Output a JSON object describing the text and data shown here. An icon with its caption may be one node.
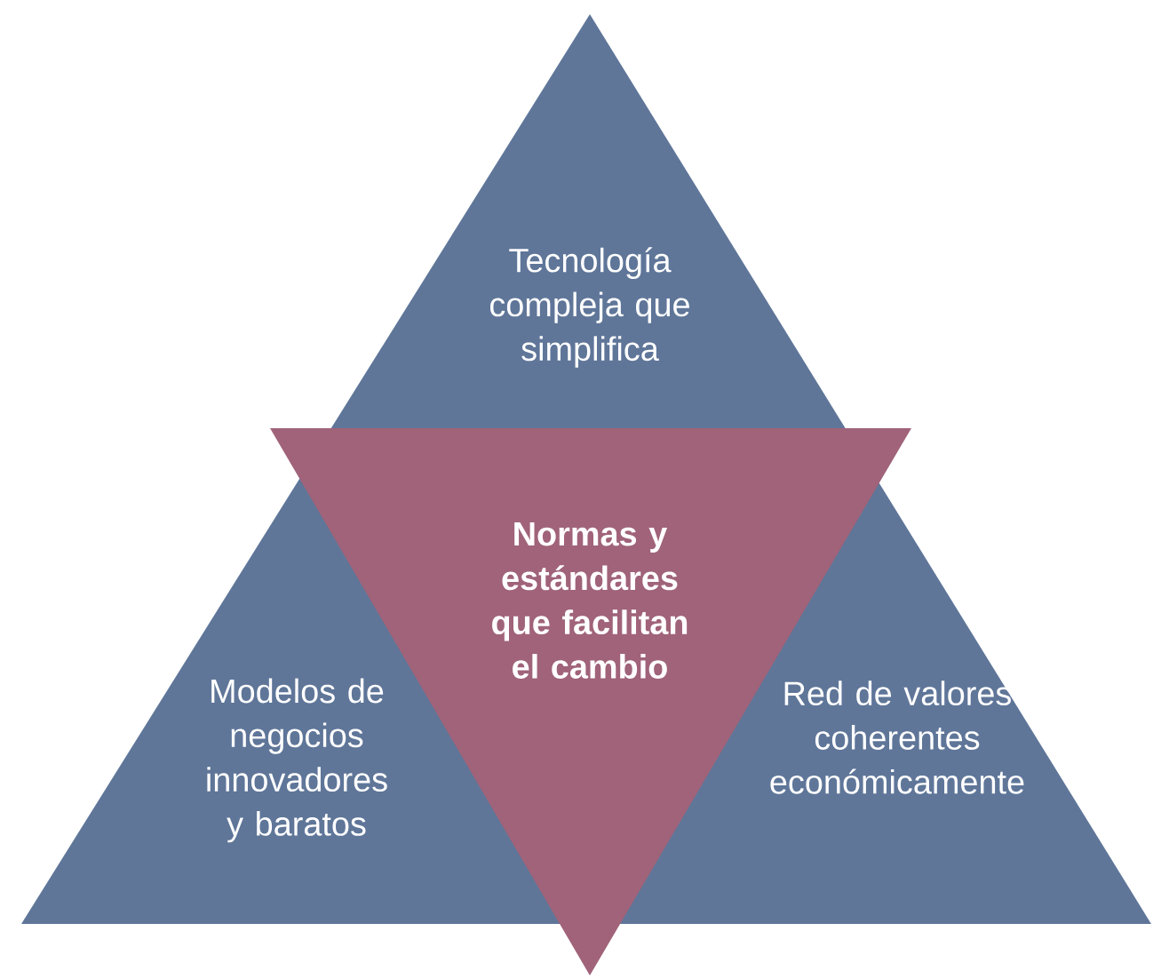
{
  "diagram": {
    "nodes": [
      {
        "text": [
          "Tecnología compleja que simplifica",
          "Modelos de negocios innovadores y baratos",
          "Red de valores coherentes económicamente"
        ]
      },
      {
        "text": [
          "Normas y estándares que facilitan el cambio"
        ]
      }
    ]
  }
}
